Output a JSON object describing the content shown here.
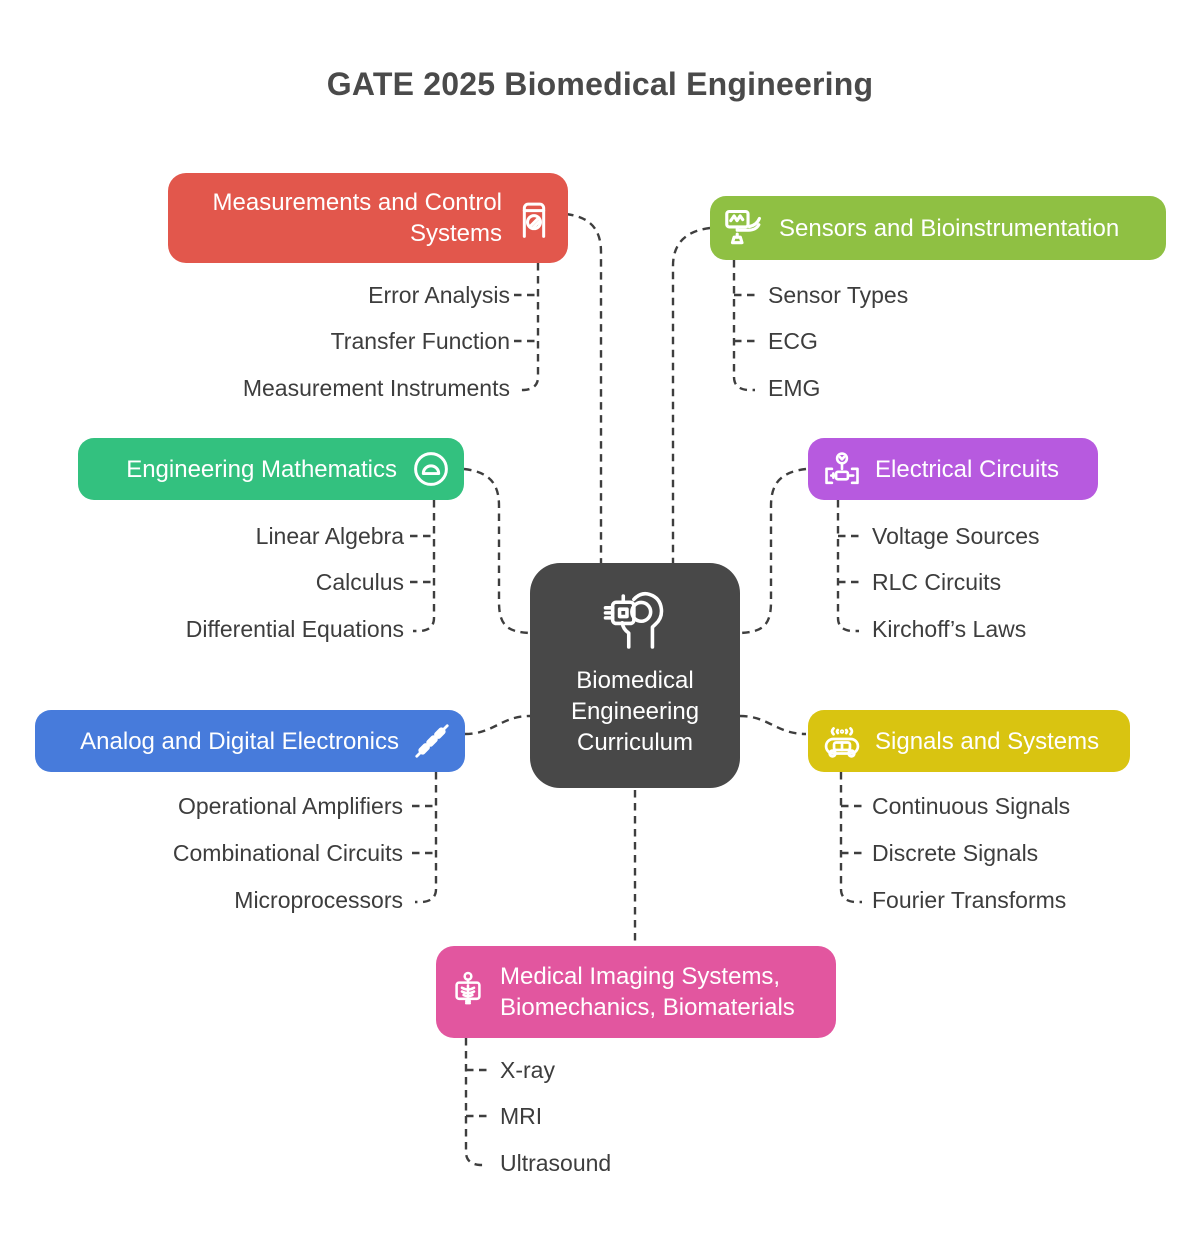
{
  "title": "GATE 2025 Biomedical Engineering",
  "center": {
    "label": "Biomedical Engineering Curriculum",
    "icon": "hand-chip-icon",
    "color": "#484848"
  },
  "branches": [
    {
      "title": "Measurements and Control Systems",
      "color": "#E2574C",
      "icon": "multimeter-icon",
      "items": [
        "Error Analysis",
        "Transfer Function",
        "Measurement Instruments"
      ]
    },
    {
      "title": "Sensors and Bioinstrumentation",
      "color": "#8FC043",
      "icon": "patient-monitor-icon",
      "items": [
        "Sensor Types",
        "ECG",
        "EMG"
      ]
    },
    {
      "title": "Engineering Mathematics",
      "color": "#33C17F",
      "icon": "protractor-icon",
      "items": [
        "Linear Algebra",
        "Calculus",
        "Differential Equations"
      ]
    },
    {
      "title": "Electrical Circuits",
      "color": "#B75ADF",
      "icon": "circuit-battery-icon",
      "items": [
        "Voltage Sources",
        "RLC Circuits",
        "Kirchoff’s Laws"
      ]
    },
    {
      "title": "Analog and Digital Electronics",
      "color": "#477BDB",
      "icon": "diode-components-icon",
      "items": [
        "Operational Amplifiers",
        "Combinational Circuits",
        "Microprocessors"
      ]
    },
    {
      "title": "Signals and Systems",
      "color": "#D9C411",
      "icon": "connected-car-icon",
      "items": [
        "Continuous Signals",
        "Discrete Signals",
        "Fourier Transforms"
      ]
    },
    {
      "title": "Medical Imaging Systems, Biomechanics, Biomaterials",
      "color": "#E2569F",
      "icon": "xray-icon",
      "items": [
        "X-ray",
        "MRI",
        "Ultrasound"
      ]
    }
  ],
  "colors": {
    "connector": "#3E3E3E",
    "title_text": "#4A4A4A",
    "subitem_text": "#3D3D3D",
    "background": "#FFFFFF"
  }
}
